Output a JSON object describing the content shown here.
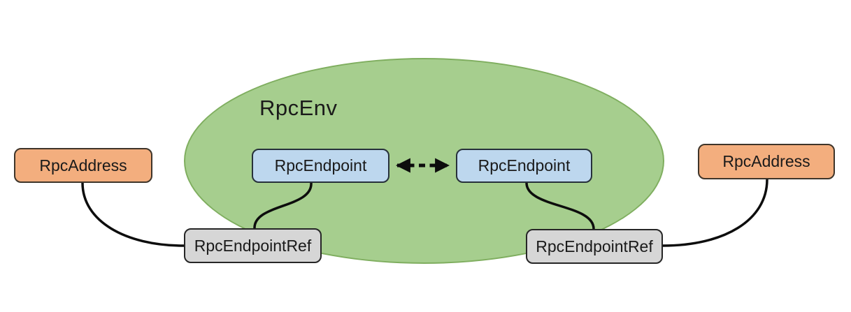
{
  "colors": {
    "ellipse-fill": "#a6ce8e",
    "ellipse-border": "#7fae5f",
    "endpoint-fill": "#bdd7ee",
    "endpoint-border": "#27313b",
    "ref-fill": "#d6d6d6",
    "ref-border": "#262626",
    "address-fill": "#f3ae7e",
    "address-border": "#3f352a",
    "connector": "#0d0d0d",
    "text": "#1a1a1a"
  },
  "diagram": {
    "env": {
      "label": "RpcEnv"
    },
    "endpoints": [
      {
        "label": "RpcEndpoint"
      },
      {
        "label": "RpcEndpoint"
      }
    ],
    "endpoint_refs": [
      {
        "label": "RpcEndpointRef"
      },
      {
        "label": "RpcEndpointRef"
      }
    ],
    "addresses": [
      {
        "label": "RpcAddress"
      },
      {
        "label": "RpcAddress"
      }
    ],
    "connections": [
      {
        "from": "RpcEndpoint (left)",
        "to": "RpcEndpoint (right)",
        "style": "dashed double-headed arrow"
      },
      {
        "from": "RpcEndpoint (left)",
        "to": "RpcEndpointRef (left)",
        "style": "solid curve"
      },
      {
        "from": "RpcEndpoint (right)",
        "to": "RpcEndpointRef (right)",
        "style": "solid curve"
      },
      {
        "from": "RpcAddress (left)",
        "to": "RpcEndpointRef (left)",
        "style": "solid curve"
      },
      {
        "from": "RpcAddress (right)",
        "to": "RpcEndpointRef (right)",
        "style": "solid curve"
      }
    ]
  }
}
